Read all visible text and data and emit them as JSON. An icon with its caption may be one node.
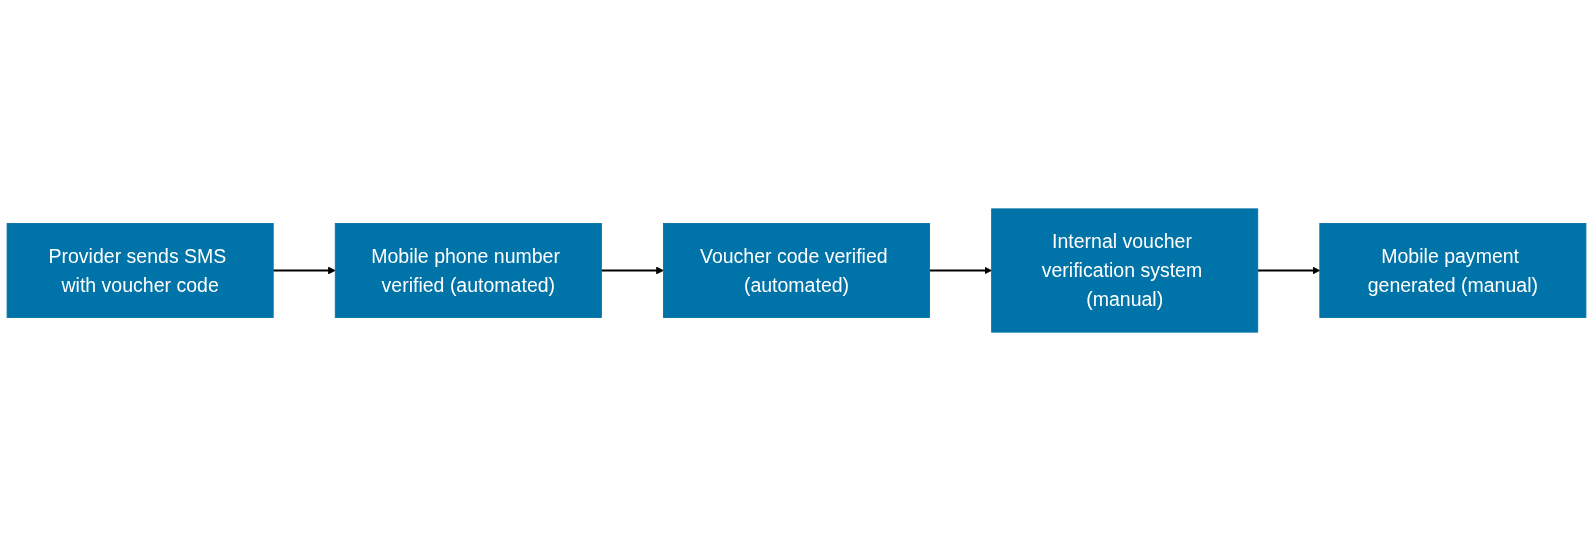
{
  "diagram": {
    "nodes": [
      {
        "text": [
          "Provider sends SMS with voucher code"
        ]
      },
      {
        "text": [
          "Mobile phone number verified (automated)"
        ]
      },
      {
        "text": [
          "Voucher code verified (automated)"
        ]
      },
      {
        "text": [
          "Internal voucher verification system (manual)"
        ]
      },
      {
        "text": [
          "Mobile payment generated (manual)"
        ]
      }
    ],
    "edges": [
      {
        "from": 0,
        "to": 1,
        "arrow": "to"
      },
      {
        "from": 1,
        "to": 2,
        "arrow": "to"
      },
      {
        "from": 2,
        "to": 3,
        "arrow": "to"
      },
      {
        "from": 3,
        "to": 4,
        "arrow": "to"
      }
    ]
  }
}
